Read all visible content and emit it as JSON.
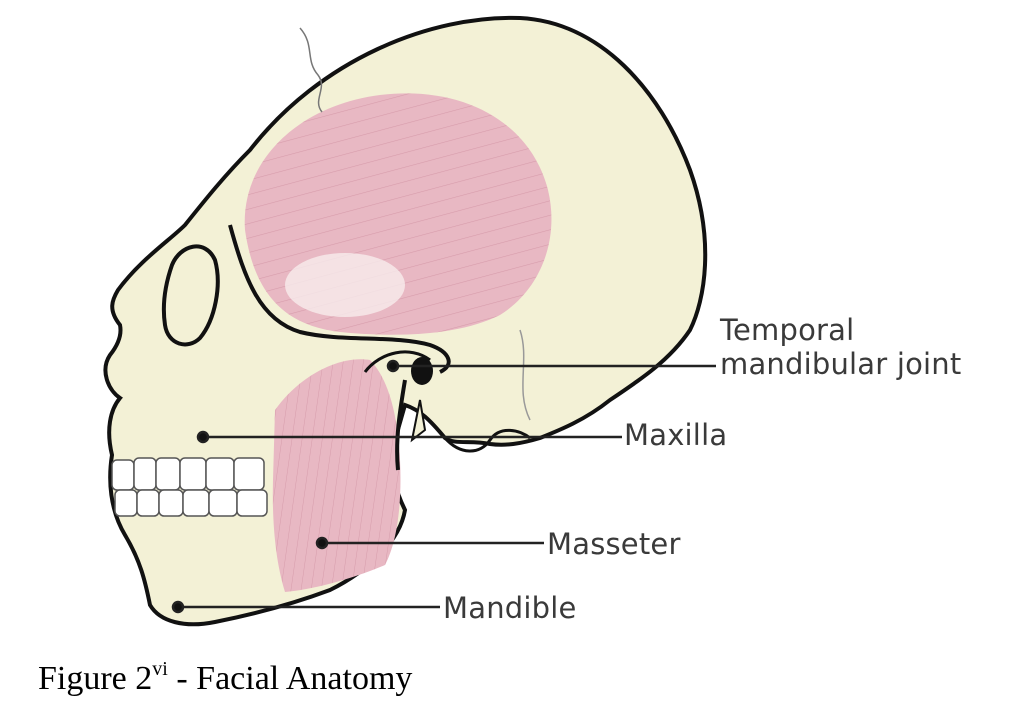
{
  "labels": {
    "tmj_line1": "Temporal",
    "tmj_line2": "mandibular joint",
    "maxilla": "Maxilla",
    "masseter": "Masseter",
    "mandible": "Mandible"
  },
  "caption": {
    "prefix": "Figure 2",
    "superscript": "vi",
    "suffix": " - Facial Anatomy"
  },
  "colors": {
    "bone": "#f3f1d6",
    "muscle": "#e8b8c3",
    "muscle_fiber": "#c98496",
    "outline": "#111111",
    "leader_line": "#222222",
    "label_text": "#3a3a3a"
  }
}
